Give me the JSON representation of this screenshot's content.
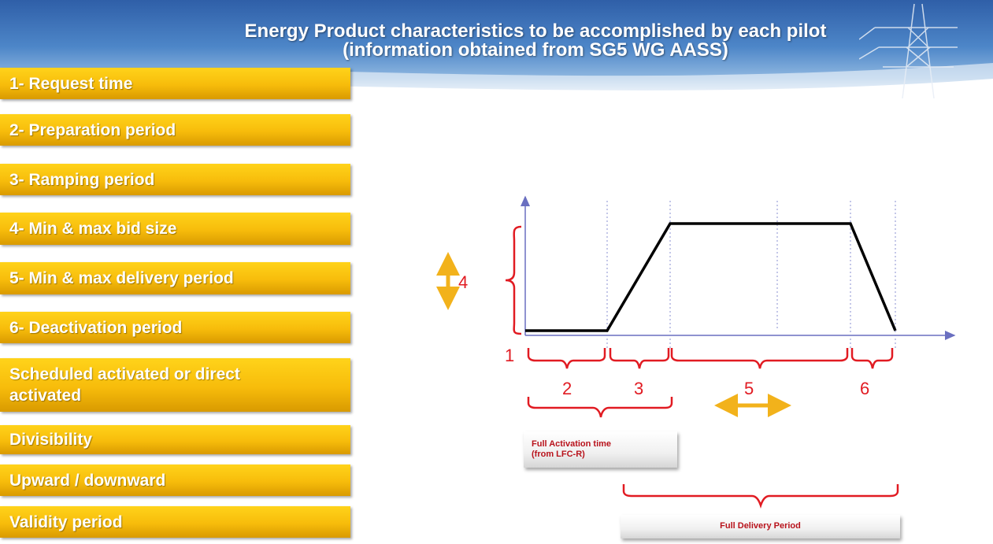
{
  "header": {
    "title_line1": "Energy Product characteristics to be accomplished by each pilot",
    "title_line2": "(information obtained from SG5 WG AASS)"
  },
  "characteristics": [
    "1- Request time",
    "2- Preparation period",
    "3- Ramping period",
    "4- Min & max bid size",
    "5- Min & max delivery period",
    "6- Deactivation period",
    "Scheduled activated or direct activated",
    "Divisibility",
    "Upward / downward",
    "Validity period"
  ],
  "diagram": {
    "label_1": "1",
    "label_2": "2",
    "label_3": "3",
    "label_4": "4",
    "label_5": "5",
    "label_6": "6",
    "full_activation_line1": "Full Activation time",
    "full_activation_line2": "(from LFC-R)",
    "full_delivery": "Full Delivery Period",
    "colors": {
      "profile": "#000000",
      "brace": "#e11b22",
      "axis": "#6a6fc0",
      "arrow": "#f2b21b",
      "label": "#e11b22",
      "box_text": "#b8121b"
    }
  }
}
